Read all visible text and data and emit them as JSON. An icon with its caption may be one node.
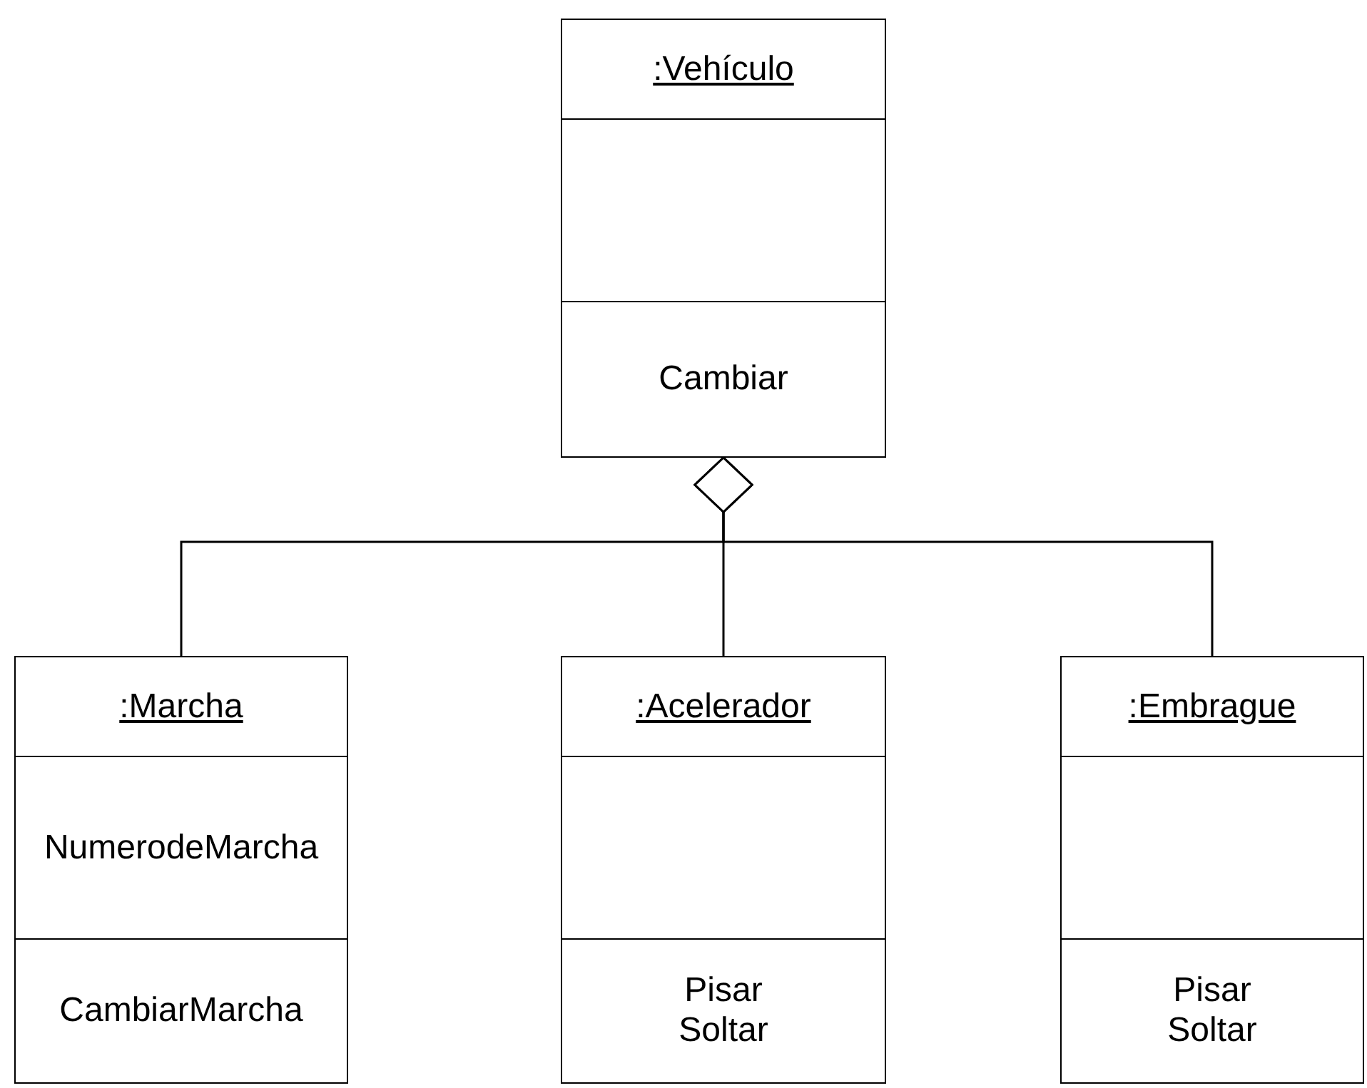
{
  "diagram": {
    "nodes": [
      {
        "text": [
          ":Vehículo",
          "Cambiar"
        ]
      },
      {
        "text": [
          ":Marcha",
          "NumerodeMarcha",
          "CambiarMarcha"
        ]
      },
      {
        "text": [
          ":Acelerador",
          "Pisar",
          "Soltar"
        ]
      },
      {
        "text": [
          ":Embrague",
          "Pisar",
          "Soltar"
        ]
      }
    ],
    "edges": [
      {
        "from": 1,
        "to": 0,
        "arrow": "other"
      },
      {
        "from": 2,
        "to": 0,
        "arrow": "other"
      },
      {
        "from": 3,
        "to": 0,
        "arrow": "other"
      }
    ]
  }
}
